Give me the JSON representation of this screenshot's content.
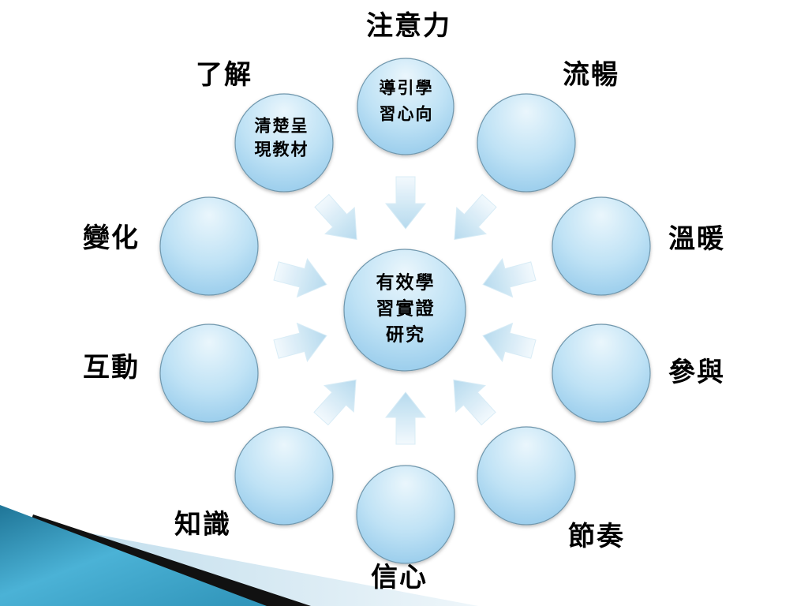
{
  "diagram": {
    "center": {
      "lines": [
        "有效學",
        "習實證",
        "研究"
      ]
    },
    "nodes": [
      {
        "label": "注意力",
        "lines": [
          "導引學",
          "習心向"
        ]
      },
      {
        "label": "流暢"
      },
      {
        "label": "溫暖"
      },
      {
        "label": "參與"
      },
      {
        "label": "節奏"
      },
      {
        "label": "信心"
      },
      {
        "label": "知識"
      },
      {
        "label": "互動"
      },
      {
        "label": "變化"
      },
      {
        "label": "了解",
        "lines": [
          "清楚呈",
          "現教材"
        ]
      }
    ]
  },
  "colors": {
    "bubble_light": "#eaf6fc",
    "bubble_mid": "#bfe2f5",
    "bubble_dark": "#9acdec",
    "bubble_outline": "#6f97ad",
    "arrow_light": "#f2f9fd",
    "arrow_dark": "#b3d9ee",
    "teal": "#2f93b8",
    "text": "#000000"
  }
}
